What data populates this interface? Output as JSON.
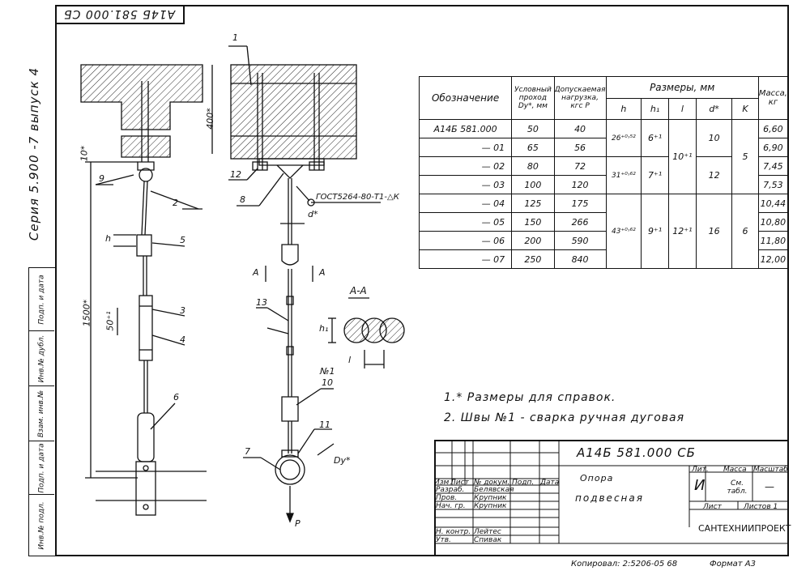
{
  "drawing": {
    "top_stamp": "А14Б 581.000 СБ",
    "series_vertical": "Серия 5.900 -7 выпуск 4",
    "side_cells": [
      "Инв.№ подл.",
      "Подп. и дата",
      "Взам. инв.№",
      "Инв.№ дубл.",
      "Подп. и дата"
    ]
  },
  "parts": {
    "p1": "1",
    "p2": "2",
    "p3": "3",
    "p4": "4",
    "p5": "5",
    "p6": "6",
    "p7": "7",
    "p8": "8",
    "p9": "9",
    "p10": "10",
    "p11": "11",
    "p12": "12",
    "p13": "13",
    "weld_mark": "№1",
    "dim_400": "400*",
    "dim_10": "10*",
    "dim_1500": "1500*",
    "dim_50": "50⁺¹",
    "dim_h": "h",
    "dim_h1": "h₁",
    "dim_l": "l",
    "dim_d": "d*",
    "dim_dy": "Dу*",
    "load_p": "P",
    "gost": "ГОСТ5264-80-Т1-△К",
    "section_a": "A",
    "section_aa": "А-А"
  },
  "table": {
    "h_designation": "Обозначение",
    "h_dy": "Условный проход Dу*, мм",
    "h_load": "Допускаемая нагрузка, кгс P",
    "h_dims": "Размеры, мм",
    "h_h": "h",
    "h_h1": "h₁",
    "h_l": "l",
    "h_d": "d*",
    "h_k": "K",
    "h_mass": "Масса, кг",
    "rows": [
      {
        "des": "А14Б 581.000",
        "dy": "50",
        "p": "40",
        "mass": "6,60"
      },
      {
        "des": "— 01",
        "dy": "65",
        "p": "56",
        "mass": "6,90"
      },
      {
        "des": "— 02",
        "dy": "80",
        "p": "72",
        "mass": "7,45"
      },
      {
        "des": "— 03",
        "dy": "100",
        "p": "120",
        "mass": "7,53"
      },
      {
        "des": "— 04",
        "dy": "125",
        "p": "175",
        "mass": "10,44"
      },
      {
        "des": "— 05",
        "dy": "150",
        "p": "266",
        "mass": "10,80"
      },
      {
        "des": "— 06",
        "dy": "200",
        "p": "590",
        "mass": "11,80"
      },
      {
        "des": "— 07",
        "dy": "250",
        "p": "840",
        "mass": "12,00"
      }
    ],
    "g1_h": "26⁺⁰˒⁵²",
    "g1_h1": "6⁺¹",
    "g1_d": "10",
    "g2_h": "31⁺⁰˒⁶²",
    "g2_h1": "7⁺¹",
    "g2_d": "12",
    "g12_l": "10⁺¹",
    "g12_k": "5",
    "g3_h": "43⁺⁰˒⁶²",
    "g3_h1": "9⁺¹",
    "g3_l": "12⁺¹",
    "g3_d": "16",
    "g3_k": "6"
  },
  "notes": {
    "n1": "1.* Размеры для справок.",
    "n2": "2. Швы №1 - сварка ручная дуговая"
  },
  "title_block": {
    "code": "А14Б 581.000 СБ",
    "name1": "Опора",
    "name2": "подвесная",
    "h_change": "Изм",
    "h_sheet": "Лист",
    "h_doc": "№ докум.",
    "h_sign": "Подп.",
    "h_date": "Дата",
    "r_dev": "Разраб.",
    "n_dev": "Белявская",
    "r_chk": "Пров.",
    "n_chk": "Крупник",
    "r_head": "Нач. гр.",
    "n_head": "Крупник",
    "r_ctrl": "Н. контр.",
    "n_ctrl": "Лейтес",
    "r_appr": "Утв.",
    "n_appr": "Спивак",
    "lit": "Лит.",
    "lit_val": "И",
    "mass": "Масса",
    "mass_val": "См. табл.",
    "scale": "Масштаб",
    "scale_val": "—",
    "sheet": "Лист",
    "sheets": "Листов 1",
    "org": "САНТЕХНИИПРОЕКТ"
  },
  "footer": {
    "copied": "Копировал: 2:5206-05 68",
    "format": "Формат А3"
  }
}
